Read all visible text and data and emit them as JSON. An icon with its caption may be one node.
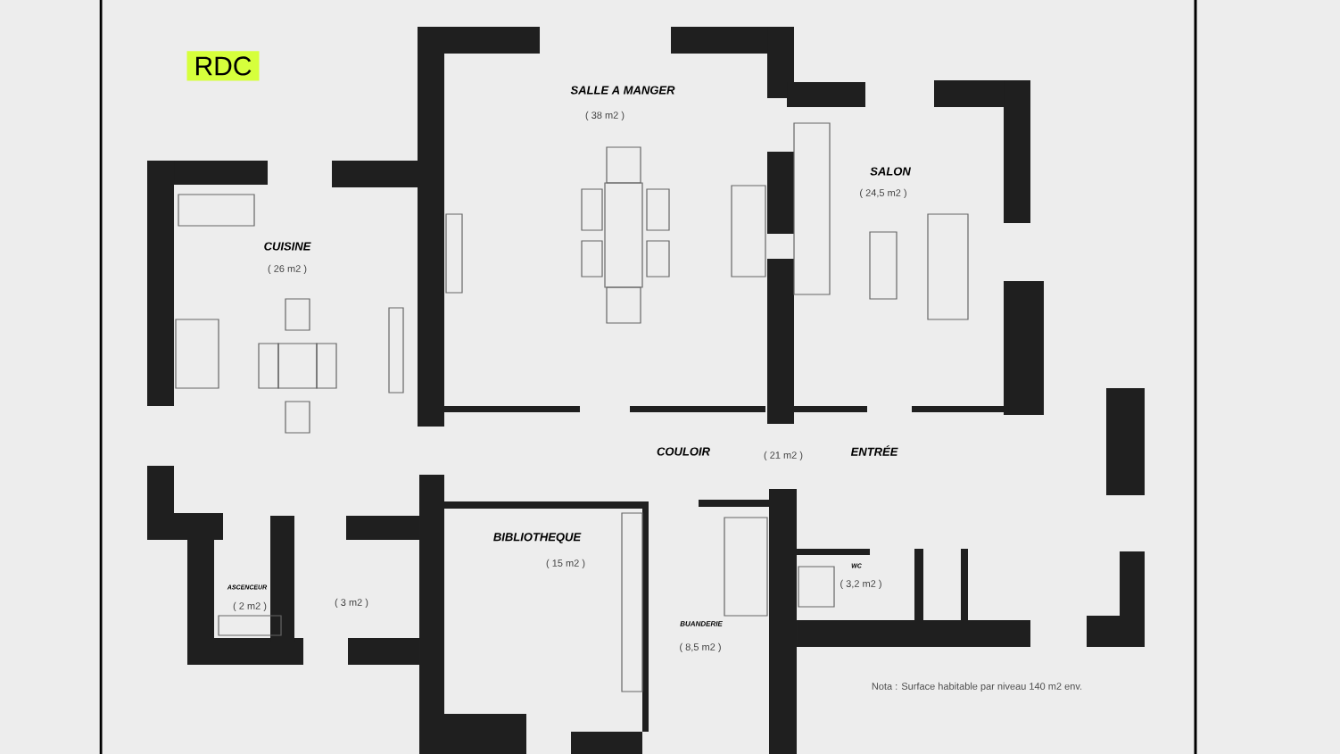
{
  "diagram": {
    "nodes": [
      {
        "text": [
          "RDC"
        ]
      }
    ],
    "labels": [
      "SALLE A MANGER",
      "( 38 m2 )",
      "SALON",
      "( 24,5 m2 )",
      "CUISINE",
      "( 26 m2 )",
      "COULOIR",
      "( 21 m2 )",
      "ENTRÉE",
      "BIBLIOTHEQUE",
      "( 15 m2 )",
      "ASCENCEUR",
      "( 2 m2 )",
      "( 3 m2 )",
      "BUANDERIE",
      "( 8,5 m2 )",
      "WC",
      "( 3,2 m2 )",
      "Nota : Surface habitable par niveau 140 m2 env."
    ]
  }
}
